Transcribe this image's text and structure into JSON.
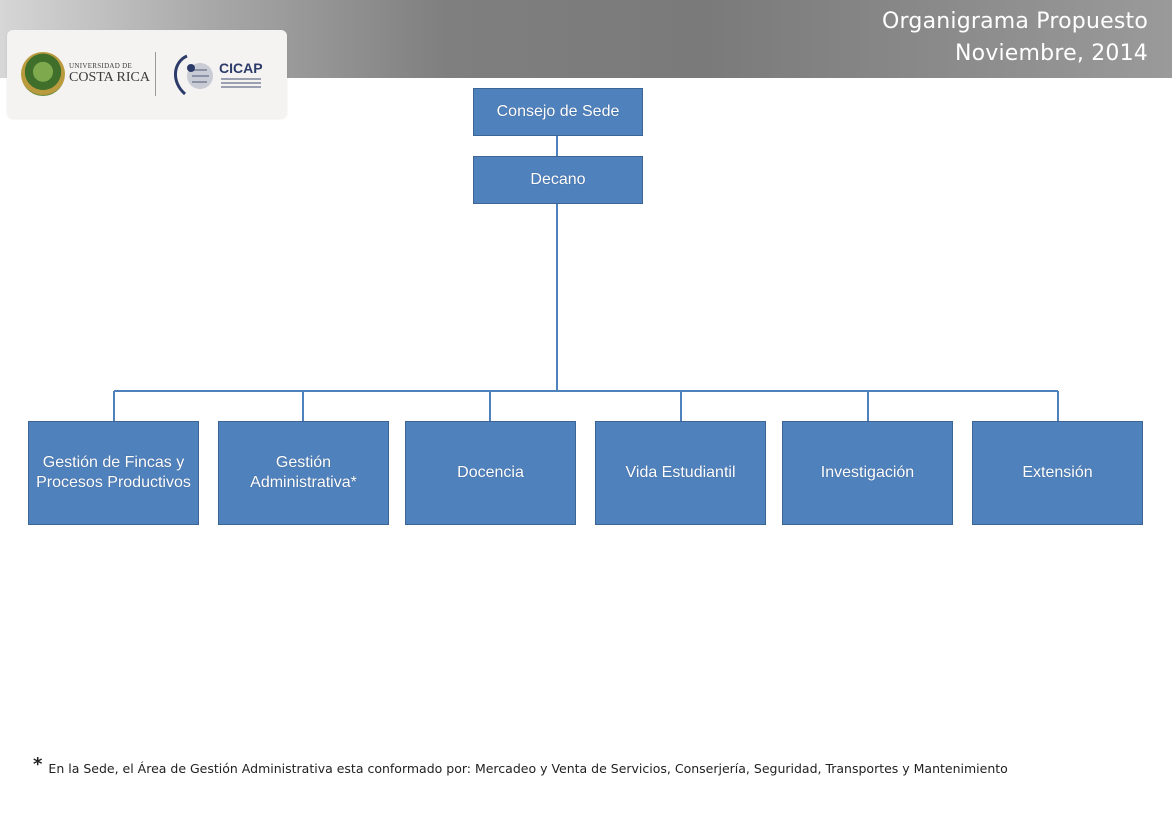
{
  "header": {
    "title_line1": "Organigrama Propuesto",
    "title_line2": "Noviembre, 2014"
  },
  "logos": {
    "ucr_small": "UNIVERSIDAD DE",
    "ucr_big": "COSTA RICA",
    "cicap": "CICAP"
  },
  "colors": {
    "box_fill": "#4f81bd",
    "box_border": "#3b6594",
    "connector": "#4f81bd"
  },
  "chart": {
    "top_nodes": [
      {
        "label": "Consejo de Sede"
      },
      {
        "label": "Decano"
      }
    ],
    "departments": [
      {
        "label": "Gestión de Fincas y Procesos Productivos"
      },
      {
        "label": "Gestión Administrativa*"
      },
      {
        "label": "Docencia"
      },
      {
        "label": "Vida Estudiantil"
      },
      {
        "label": "Investigación"
      },
      {
        "label": "Extensión"
      }
    ]
  },
  "footnote": {
    "marker": "*",
    "text": "En la Sede, el Área de Gestión Administrativa esta conformado por: Mercadeo y Venta de Servicios, Conserjería, Seguridad, Transportes y Mantenimiento"
  }
}
